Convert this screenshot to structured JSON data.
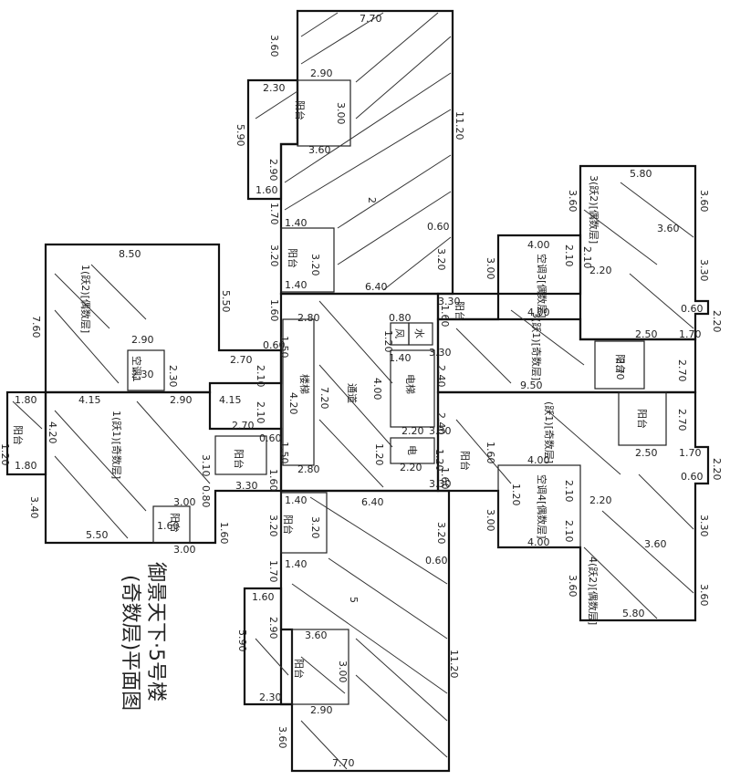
{
  "caption": {
    "line1": "御景天下·5号楼",
    "line2": "(奇数层)平面图"
  },
  "rooms": {
    "unit2": "2",
    "unit5": "5",
    "balcony_top": "阳台",
    "balcony_top_small": "阳台",
    "balcony_bottom": "阳台",
    "balcony_bottom_small": "阳台",
    "balcony_left": "阳台",
    "balcony_left_low": "阳台",
    "balcony_left_mid": "阳台",
    "balcony_core_top": "阳台",
    "balcony_core_bottom": "阳台",
    "balcony_right_top": "阳台",
    "balcony_right_bottom": "阳台",
    "unit1_jump2": "1(跃2)[偶数层]",
    "unit1_jump1": "1(跃1)[奇数层]",
    "unit3_jump2": "3(跃2)[偶数层]",
    "unit3_jump1": "3(跃1)[奇数层]",
    "unit4_jump2": "4(跃2)[偶数层]",
    "unit4_jump1": "(跃1)[奇数层]",
    "ac1": "空调1",
    "ac3": "空调3[偶数层]",
    "ac4": "空调4[偶数层]",
    "stair": "楼梯",
    "corridor": "通道",
    "elevator": "电梯",
    "elec": "电",
    "water": "水",
    "wind": "风"
  },
  "dims": {
    "d770_top": "7.70",
    "d360_top": "3.60",
    "d290_top": "2.90",
    "d1120_top": "11.20",
    "d230_top": "2.30",
    "d300_top": "3.00",
    "d590_top": "5.90",
    "d360_mid_top": "3.60",
    "d290_top_v": "2.90",
    "d160_top": "1.60",
    "d170_top": "1.70",
    "d140_top": "1.40",
    "d060_top": "0.60",
    "d320_top_l": "3.20",
    "d320_top_m": "3.20",
    "d320_top_r": "3.20",
    "d640_top": "6.40",
    "d140_top2": "1.40",
    "d160_core_l": "1.60",
    "d850": "8.50",
    "d550": "5.50",
    "d760": "7.60",
    "d290_ac1": "2.90",
    "d230_ac1a": "2.30",
    "d230_ac1b": "2.30",
    "d060_left": "0.60",
    "d270_left_top": "2.70",
    "d210_left_a": "2.10",
    "d210_left_b": "2.10",
    "d180_l1": "1.80",
    "d415_a": "4.15",
    "d290_mid": "2.90",
    "d415_b": "4.15",
    "d120_l": "1.20",
    "d180_l2": "1.80",
    "d420_left": "4.20",
    "d270_left_bot": "2.70",
    "d060_left_b": "0.60",
    "d310": "3.10",
    "d080": "0.80",
    "d330_left": "3.30",
    "d340": "3.40",
    "d550_b": "5.50",
    "d300_lb": "3.00",
    "d160_lb": "1.60",
    "d300_lb2": "3.00",
    "d160_lb2": "1.60",
    "d280_top": "2.80",
    "d150_a": "1.50",
    "d420_stair": "4.20",
    "d720": "7.20",
    "d400_core": "4.00",
    "d080_core": "0.80",
    "d120_core": "1.20",
    "d140_core": "1.40",
    "d330_core_t": "3.30",
    "d240_a": "2.40",
    "d240_b": "2.40",
    "d220_a": "2.20",
    "d220_b": "2.20",
    "d120_core_b": "1.20",
    "d150_b": "1.50",
    "d160_core_b": "1.60",
    "d280_bot": "2.80",
    "d330_core_b": "3.30",
    "d330_r1": "3.30",
    "d160_r1": "1.60",
    "d120_r1": "1.20",
    "d160_r2": "1.60",
    "d330_r2": "3.30",
    "d160_r3": "1.60",
    "d140_bot": "1.40",
    "d640_bot": "6.40",
    "d320_bot_l": "3.20",
    "d320_bot_m": "3.20",
    "d320_bot_r": "3.20",
    "d060_bot": "0.60",
    "d170_bot": "1.70",
    "d140_bot2": "1.40",
    "d160_bot": "1.60",
    "d290_bot_v": "2.90",
    "d590_bot": "5.90",
    "d360_bot": "3.60",
    "d300_bot": "3.00",
    "d230_bot": "2.30",
    "d290_bot": "2.90",
    "d1120_bot": "11.20",
    "d360_bot2": "3.60",
    "d770_bot": "7.70",
    "d580_top": "5.80",
    "d360_r_a": "3.60",
    "d360_r_b": "3.60",
    "d360_r_c": "3.60",
    "d220_r_a": "2.20",
    "d210_r_a": "2.10",
    "d210_r_b": "2.10",
    "d400_r_a": "4.00",
    "d400_r_b": "4.00",
    "d300_r_a": "3.00",
    "d330_r_a": "3.30",
    "d060_r_a": "0.60",
    "d220_r_b": "2.20",
    "d250_a": "2.50",
    "d170_a": "1.70",
    "d270_r_a": "2.70",
    "d270_r_b": "2.70",
    "d950": "9.50",
    "d270_r_c": "2.70",
    "d250_b": "2.50",
    "d170_b": "1.70",
    "d220_r_c": "2.20",
    "d060_r_b": "0.60",
    "d400_r_c": "4.00",
    "d210_r_c": "2.10",
    "d220_r_d": "2.20",
    "d210_r_d": "2.10",
    "d300_r_b": "3.00",
    "d400_r_d": "4.00",
    "d330_r_b": "3.30",
    "d360_r_d": "3.60",
    "d360_r_e": "3.60",
    "d360_r_f": "3.60",
    "d580_bot": "5.80",
    "d120_r_z": "1.20"
  }
}
